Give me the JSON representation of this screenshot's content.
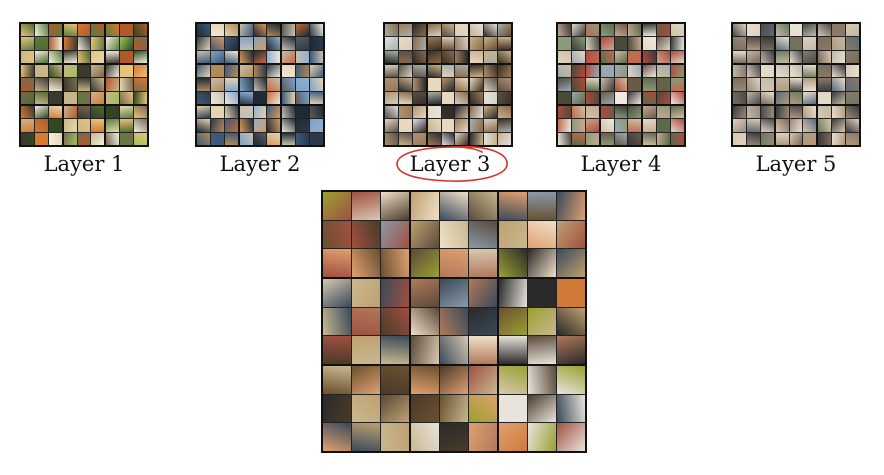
{
  "layers": [
    {
      "label": "Layer 1"
    },
    {
      "label": "Layer 2"
    },
    {
      "label": "Layer 3",
      "highlighted": true
    },
    {
      "label": "Layer 4"
    },
    {
      "label": "Layer 5"
    }
  ],
  "colors": {
    "annotation_circle": "#d9332b",
    "panel_border": "#111111",
    "label_text": "#111111",
    "background": "#ffffff"
  },
  "palettes": {
    "layer1": [
      "#7a6a50",
      "#c9b58a",
      "#e4d9b0",
      "#4f6b2f",
      "#d87a32",
      "#9bc25a",
      "#2f4a1c",
      "#f2efe2",
      "#b05a2c",
      "#5d7d3a",
      "#e8c27a",
      "#3a3a2e"
    ],
    "layer2": [
      "#2b3a4a",
      "#c46a3a",
      "#7da3c8",
      "#e6d3b0",
      "#3d5a7a",
      "#b28a5a",
      "#f0e8d8",
      "#5a5a5a",
      "#d99a5a",
      "#8fb0d0",
      "#1e2a36",
      "#c8c0b0"
    ],
    "layer3": [
      "#6a4a2e",
      "#c8b28a",
      "#e2e2e2",
      "#3a2e22",
      "#9a7a5a",
      "#d8d0c0",
      "#5a5048",
      "#b09070",
      "#2a2a2a",
      "#e8d8c0",
      "#8a6a4a",
      "#a8b0a8"
    ],
    "layer4": [
      "#5a6a4a",
      "#c8a890",
      "#e0d8c8",
      "#3a3a3a",
      "#b04a3a",
      "#8a9a7a",
      "#d0c0a0",
      "#6a5a4a",
      "#f0e8e0",
      "#9aa8b0",
      "#4a4a3a",
      "#c06a50"
    ],
    "layer5": [
      "#4a4a4a",
      "#c0b8a8",
      "#8a7a6a",
      "#e8e0d0",
      "#6a7a5a",
      "#b09a80",
      "#3a3a3a",
      "#d8c8b0",
      "#9a8a7a",
      "#5a6a7a",
      "#e0d0c0",
      "#7a6a5a"
    ],
    "large": [
      "#6a5030",
      "#c0a070",
      "#2a2a2a",
      "#e8e4dc",
      "#d07a3a",
      "#9aa030",
      "#8a9aa8",
      "#f0e0c8",
      "#5a4a3a",
      "#b07a5a",
      "#3a4a5a",
      "#d8c8b0",
      "#a05040",
      "#c8b890",
      "#4a3a2a",
      "#e0a070"
    ]
  }
}
